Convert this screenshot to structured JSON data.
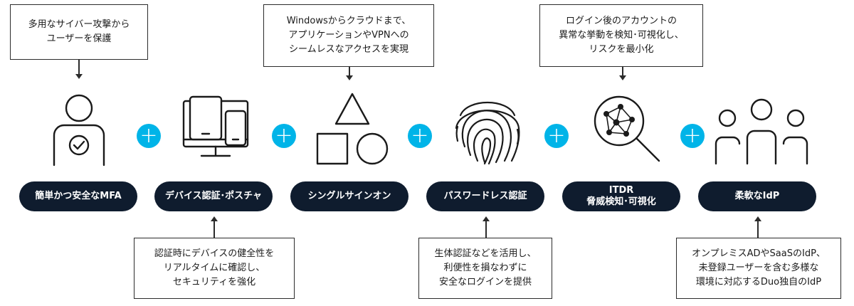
{
  "features": [
    {
      "label": "簡単かつ安全なMFA",
      "icon": "user-check-icon"
    },
    {
      "label": "デバイス認証･ポスチャ",
      "icon": "devices-icon"
    },
    {
      "label": "シングルサインオン",
      "icon": "shapes-icon"
    },
    {
      "label": "パスワードレス認証",
      "icon": "fingerprint-icon"
    },
    {
      "label": "ITDR\n脅威検知･可視化",
      "icon": "network-magnifier-icon"
    },
    {
      "label": "柔軟なIdP",
      "icon": "users-group-icon"
    }
  ],
  "callouts_top": [
    "多用なサイバー攻撃から\nユーザーを保護",
    "Windowsからクラウドまで、\nアプリケーションやVPNへの\nシームレスなアクセスを実現",
    "ログイン後のアカウントの\n異常な挙動を検知･可視化し、\nリスクを最小化"
  ],
  "callouts_bottom": [
    "認証時にデバイスの健全性を\nリアルタイムに確認し、\nセキュリティを強化",
    "生体認証などを活用し、\n利便性を損なわずに\n安全なログインを提供",
    "オンプレミスADやSaaSのIdP、\n未登録ユーザーを含む多様な\n環境に対応するDuo独自のIdP"
  ],
  "plus_symbol": "+",
  "colors": {
    "pill": "#0f1c2e",
    "plus": "#00b4e8",
    "line": "#2b2b2b"
  }
}
